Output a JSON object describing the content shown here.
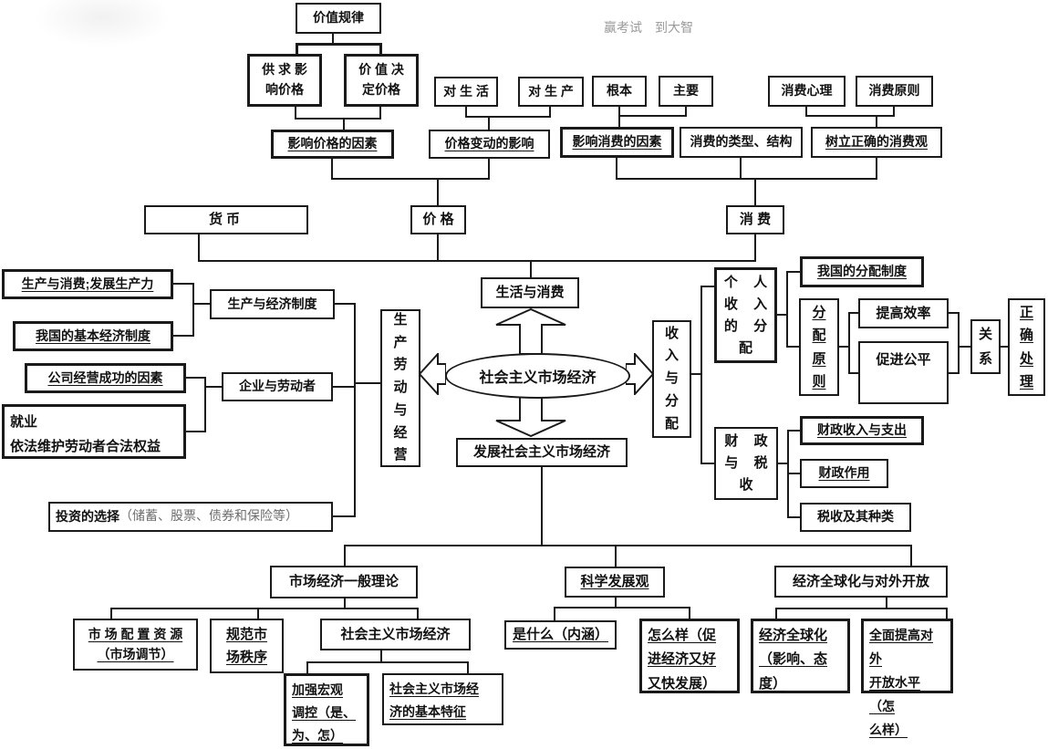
{
  "watermark": "赢考试　到大智",
  "nodes": {
    "law_of_value": "价值规律",
    "supply_demand": "供 求 影\n响价格",
    "value_determines": "价 值 决\n定价格",
    "on_life": "对 生 活",
    "on_production": "对 生 产",
    "fundamental": "根本",
    "primary": "主要",
    "consumer_psychology": "消费心理",
    "consumption_principles": "消费原则",
    "price_factors": "影响价格的因素",
    "price_change_effects": "价格变动的影响",
    "consumption_factors": "影响消费的因素",
    "consumption_types": "消费的类型、结构",
    "correct_consumption_view": "树立正确的消费观",
    "money": "货币",
    "price": "价 格",
    "consumption": "消 费",
    "life_and_consumption": "生活与消费",
    "center_ellipse": "社会主义市场经济",
    "production_labor_mgmt": "生\n产\n劳\n动\n与\n经\n营",
    "income_distribution": "收\n入\n与\n分\n配",
    "develop_socialist_market": "发展社会主义市场经济",
    "production_consumption": "生产与消费;发展生产力",
    "basic_economic_system": "我国的基本经济制度",
    "production_econ_system": "生产与经济制度",
    "company_success_factors": "公司经营成功的因素",
    "enterprise_workers": "企业与劳动者",
    "employment": "就业\n依法维护劳动者合法权益",
    "investment": {
      "label": "投资的选择",
      "note": "（储蓄、股票、债券和保险等）"
    },
    "personal_income_dist": "个 人\n收 入\n的 分\n配",
    "distribution_system": "我国的分配制度",
    "distribution_principle": "分\n配\n原\n则",
    "improve_efficiency": "提高效率",
    "promote_fairness": "促进公平",
    "relationship": "关\n系",
    "handle_correctly": "正\n确\n处\n理",
    "fiscal_tax": "财 政\n与 税\n收",
    "fiscal_revenue_expenditure": "财政收入与支出",
    "fiscal_role": "财政作用",
    "tax_types": "税收及其种类",
    "market_theory": "市场经济一般理论",
    "scientific_outlook": "科学发展观",
    "globalization_opening": "经济全球化与对外开放",
    "market_allocation": "市 场 配 置 资 源\n（市场调节）",
    "market_order": "规范市\n场秩序",
    "socialist_market_economy": "社会主义市场经济",
    "macro_control": "加强宏观\n调控（是、\n为、怎）",
    "basic_features": "社会主义市场经\n济的基本特征",
    "what_is": "是什么（内涵）",
    "how_to": "怎么样（促\n进经济又好\n又快发展）",
    "globalization": "经济全球化\n（影响、态\n度）",
    "opening_level": "全面提高对外\n开放水平（怎\n么样）"
  },
  "colors": {
    "line": "#1a1a1a",
    "background": "#ffffff",
    "watermark": "#9a9a9a"
  }
}
